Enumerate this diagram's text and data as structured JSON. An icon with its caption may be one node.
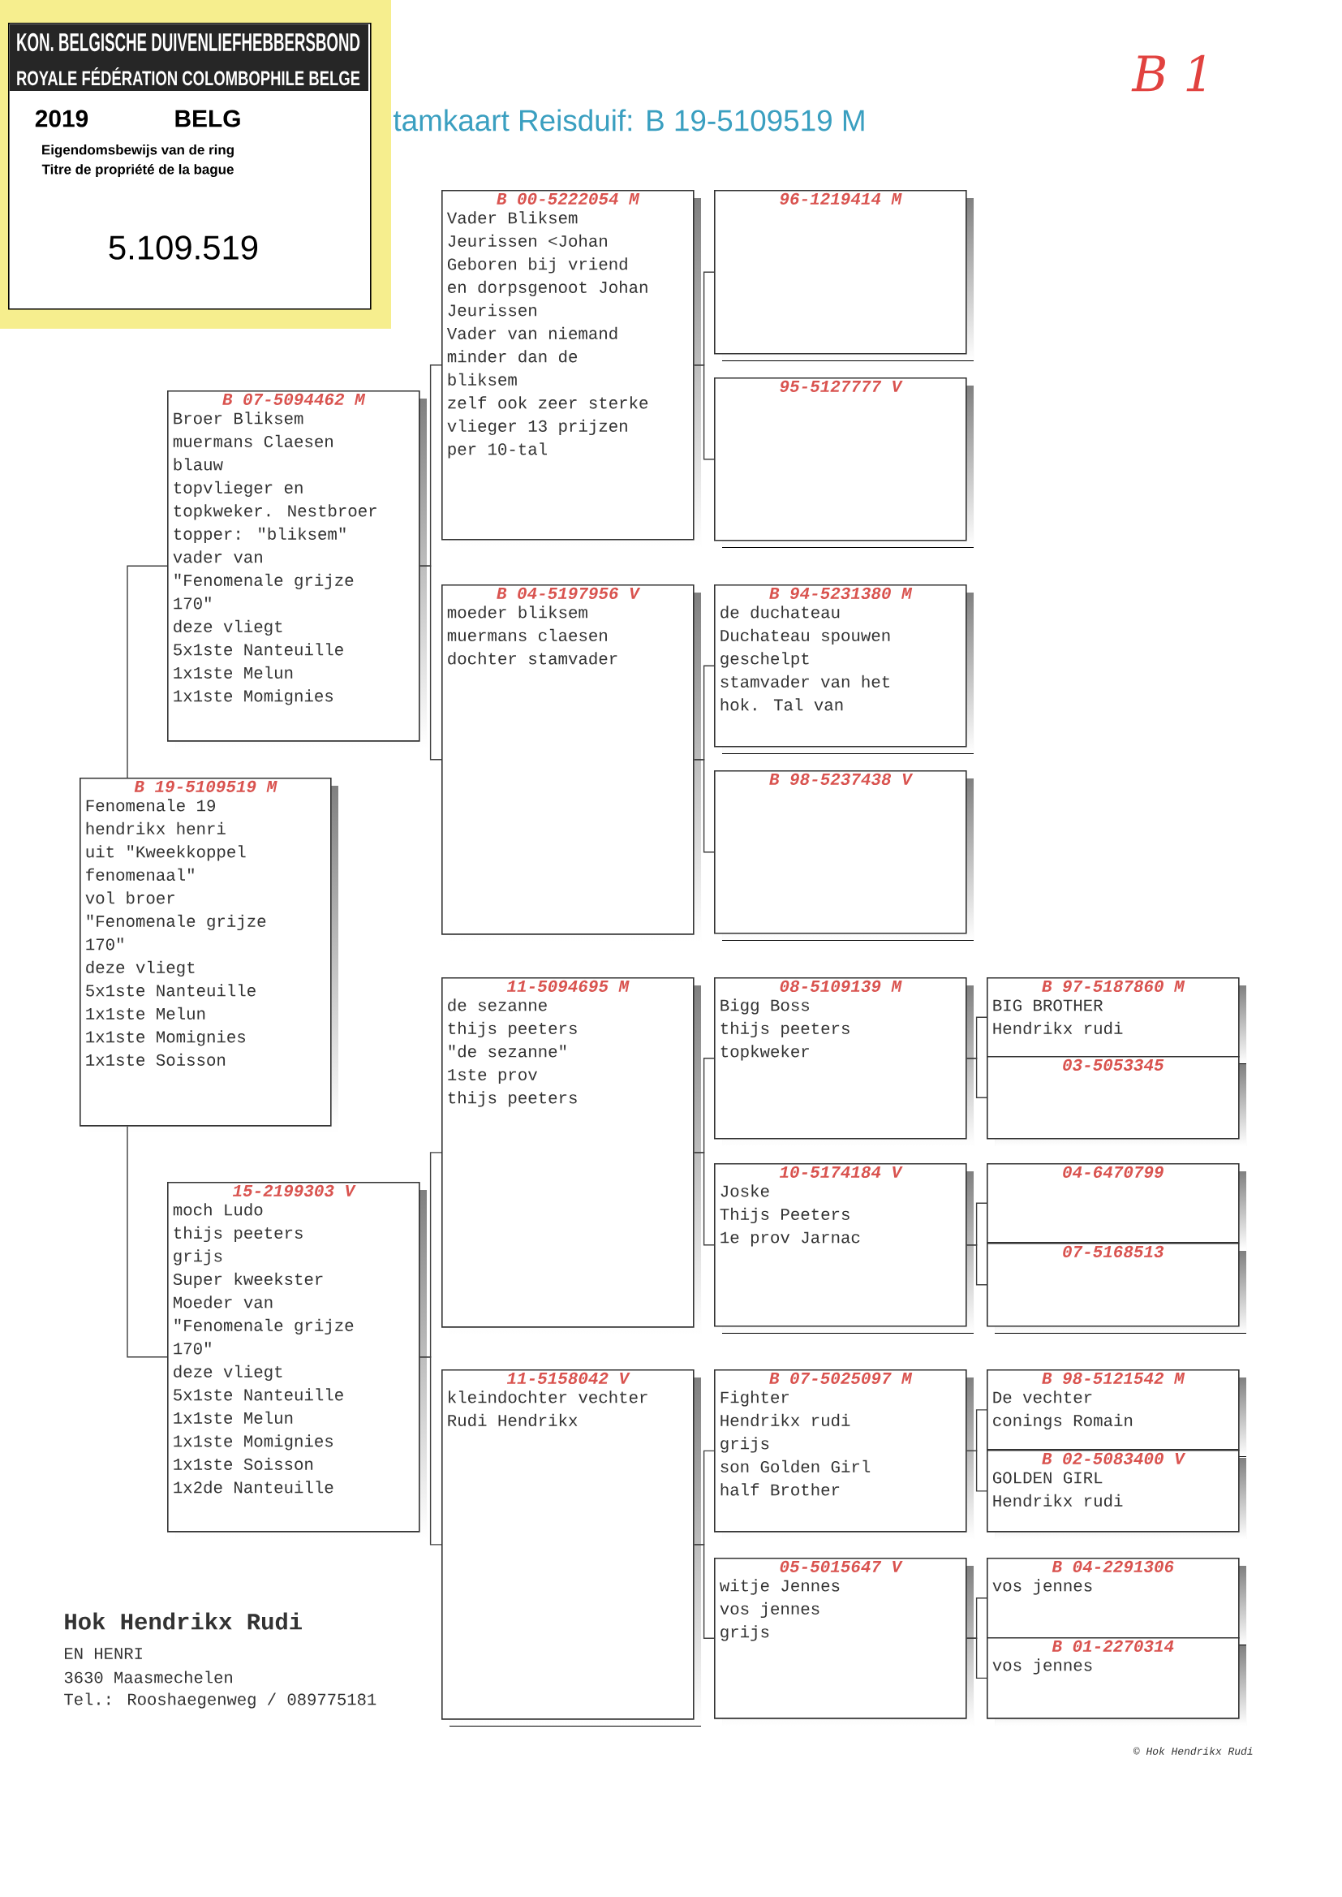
{
  "diagram": {
    "title": "tamkaart Reisduif: B 19-5109519 M",
    "nodes": [
      {
        "text": [
          "KON. BELGISCHE DUIVENLIEFHEBBERSBOND",
          "ROYALE FÉDÉRATION COLOMBOPHILE BELGE",
          "2019",
          "BELG",
          "Eigendomsbewijs van de ring",
          "Titre de propriété de la bague",
          "5.109.519"
        ]
      },
      {
        "text": [
          "B 19-5109519 M",
          "Fenomenale 19",
          "hendrikx henri",
          "uit \"Kweekkoppel",
          "fenomenaal\"",
          "vol broer",
          "\"Fenomenale grijze",
          "170\"",
          "deze vliegt",
          "5x1ste Nanteuille",
          "1x1ste Melun",
          "1x1ste Momignies",
          "1x1ste Soisson"
        ]
      },
      {
        "text": [
          "B 07-5094462 M",
          "Broer Bliksem",
          "muermans Claesen",
          "blauw",
          "topvlieger en",
          "topkweker. Nestbroer",
          "topper: \"bliksem\"",
          "vader van",
          "\"Fenomenale grijze",
          "170\"",
          "deze vliegt",
          "5x1ste Nanteuille",
          "1x1ste Melun",
          "1x1ste Momignies"
        ]
      },
      {
        "text": [
          "15-2199303 V",
          "moch Ludo",
          "thijs peeters",
          "grijs",
          "Super kweekster",
          "Moeder van",
          "\"Fenomenale grijze",
          "170\"",
          "deze vliegt",
          "5x1ste Nanteuille",
          "1x1ste Melun",
          "1x1ste Momignies",
          "1x1ste Soisson",
          "1x2de Nanteuille"
        ]
      },
      {
        "text": [
          "B 00-5222054 M",
          "Vader Bliksem",
          "Jeurissen <Johan",
          "Geboren bij vriend",
          "en dorpsgenoot Johan",
          "Jeurissen",
          "Vader van niemand",
          "minder dan de",
          "bliksem",
          "zelf ook zeer sterke",
          "vlieger 13 prijzen",
          "per 10-tal"
        ]
      },
      {
        "text": [
          "B 04-5197956 V",
          "moeder bliksem",
          "muermans claesen",
          "dochter stamvader"
        ]
      },
      {
        "text": [
          "11-5094695 M",
          "de sezanne",
          "thijs peeters",
          "\"de sezanne\"",
          "1ste prov",
          "thijs peeters"
        ]
      },
      {
        "text": [
          "11-5158042 V",
          "kleindochter vechter",
          "Rudi Hendrikx"
        ]
      },
      {
        "text": [
          "96-1219414 M"
        ]
      },
      {
        "text": [
          "95-5127777 V"
        ]
      },
      {
        "text": [
          "B 94-5231380 M",
          "de duchateau",
          "Duchateau spouwen",
          "geschelpt",
          "stamvader van het",
          "hok. Tal van"
        ]
      },
      {
        "text": [
          "B 98-5237438 V"
        ]
      },
      {
        "text": [
          "08-5109139 M",
          "Bigg Boss",
          "thijs peeters",
          "topkweker"
        ]
      },
      {
        "text": [
          "10-5174184 V",
          "Joske",
          "Thijs Peeters",
          "1e prov Jarnac"
        ]
      },
      {
        "text": [
          "B 07-5025097 M",
          "Fighter",
          "Hendrikx rudi",
          "grijs",
          "son Golden Girl",
          "half Brother"
        ]
      },
      {
        "text": [
          "05-5015647 V",
          "witje Jennes",
          "vos jennes",
          "grijs"
        ]
      },
      {
        "text": [
          "B 97-5187860 M",
          "BIG BROTHER",
          "Hendrikx rudi"
        ]
      },
      {
        "text": [
          "03-5053345"
        ]
      },
      {
        "text": [
          "04-6470799"
        ]
      },
      {
        "text": [
          "07-5168513"
        ]
      },
      {
        "text": [
          "B 98-5121542 M",
          "De vechter",
          "conings Romain"
        ]
      },
      {
        "text": [
          "B 02-5083400 V",
          "GOLDEN GIRL",
          "Hendrikx rudi"
        ]
      },
      {
        "text": [
          "B 04-2291306",
          "vos jennes"
        ]
      },
      {
        "text": [
          "B 01-2270314",
          "vos jennes"
        ]
      }
    ],
    "edges": [
      {
        "from": 1,
        "to": 2,
        "arrow": "none"
      },
      {
        "from": 1,
        "to": 3,
        "arrow": "none"
      },
      {
        "from": 2,
        "to": 4,
        "arrow": "none"
      },
      {
        "from": 2,
        "to": 5,
        "arrow": "none"
      },
      {
        "from": 3,
        "to": 6,
        "arrow": "none"
      },
      {
        "from": 3,
        "to": 7,
        "arrow": "none"
      },
      {
        "from": 4,
        "to": 8,
        "arrow": "none"
      },
      {
        "from": 4,
        "to": 9,
        "arrow": "none"
      },
      {
        "from": 5,
        "to": 10,
        "arrow": "none"
      },
      {
        "from": 5,
        "to": 11,
        "arrow": "none"
      },
      {
        "from": 6,
        "to": 12,
        "arrow": "none"
      },
      {
        "from": 6,
        "to": 13,
        "arrow": "none"
      },
      {
        "from": 7,
        "to": 14,
        "arrow": "none"
      },
      {
        "from": 7,
        "to": 15,
        "arrow": "none"
      },
      {
        "from": 12,
        "to": 16,
        "arrow": "none"
      },
      {
        "from": 12,
        "to": 17,
        "arrow": "none"
      },
      {
        "from": 13,
        "to": 18,
        "arrow": "none"
      },
      {
        "from": 13,
        "to": 19,
        "arrow": "none"
      },
      {
        "from": 14,
        "to": 20,
        "arrow": "none"
      },
      {
        "from": 14,
        "to": 21,
        "arrow": "none"
      },
      {
        "from": 15,
        "to": 22,
        "arrow": "none"
      },
      {
        "from": 15,
        "to": 23,
        "arrow": "none"
      }
    ],
    "labels": [
      "B 1",
      "Hok Hendrikx Rudi",
      "EN HENRI",
      "3630 Maasmechelen",
      "Tel.: Rooshaegenweg / 089775181",
      "© Hok Hendrikx Rudi"
    ]
  }
}
